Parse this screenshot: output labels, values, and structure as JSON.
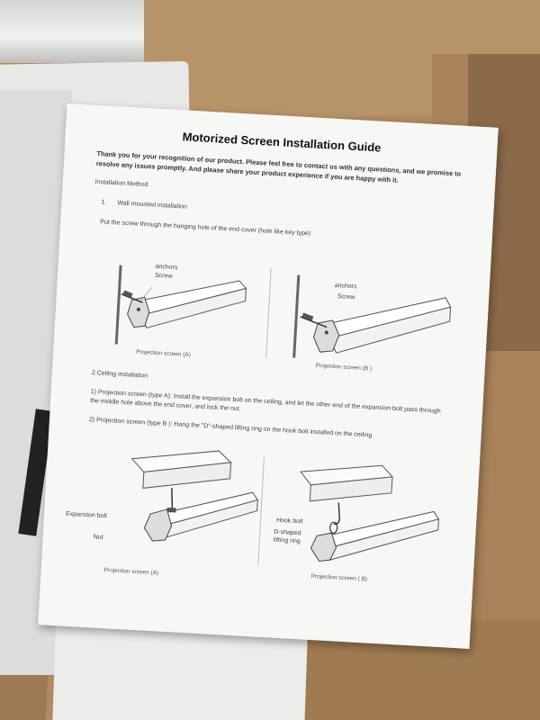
{
  "guide": {
    "title": "Motorized Screen Installation Guide",
    "intro": "Thank you for your recognition of our product. Please feel free to contact us with any questions, and we promise to resolve any issues promptly. And please share your product experience if you are happy with it.",
    "method_heading": "Installation  Method",
    "section1": {
      "number": "1.",
      "heading": "Wall mounted installation",
      "instruction": "Put the screw through the hanging hole of the end cover (hole like key type)",
      "figure_a": {
        "label_anchors": "anchors",
        "label_screw": "Screw",
        "caption": "Projection screen (A)"
      },
      "figure_b": {
        "label_anchors": "anchors",
        "label_screw": "Screw",
        "caption": "Projection screen (B )"
      }
    },
    "section2": {
      "heading": "2.Ceiling installation",
      "step1": "1) Projection screen (type A): Install the expansion bolt on the ceiling, and let the other end of the expansion bolt pass through the middle hole above the end cover, and lock the nut.",
      "step2": "2)  Projection screen (type B ): Hang the \"D\"-shaped lifting ring on the hook bolt installed on the ceiling",
      "figure_a": {
        "label_bolt": "Expansion bolt",
        "label_nut": "Nut",
        "caption": "Projection screen (A)"
      },
      "figure_b": {
        "label_hook": "Hook bolt",
        "label_ring": "D-shaped lifting ring",
        "caption": "Projection screen ( B)"
      }
    }
  }
}
